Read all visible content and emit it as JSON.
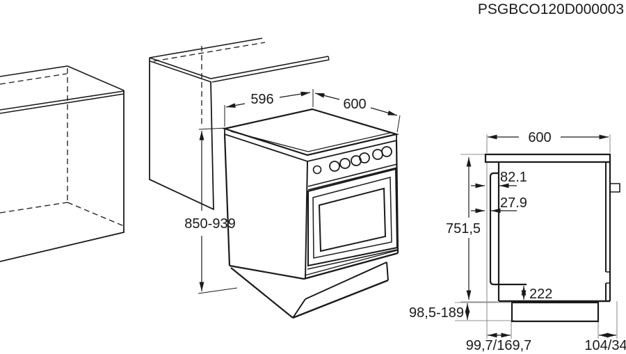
{
  "title": "PSGBCO120D000003",
  "drawing_type": "appliance installation dimension diagram",
  "colors": {
    "line": "#1a1a1a",
    "extension_line": "#8f8f8f",
    "background": "#ffffff"
  },
  "isometric_view": {
    "description": "freestanding cooker between kitchen base cabinets",
    "knob_count": 7,
    "dims": {
      "top_width": "596",
      "top_depth": "600",
      "height_range": "850-939"
    }
  },
  "side_view": {
    "description": "side cross-section with worktop and plinth",
    "dims": {
      "depth": "600",
      "front_offset": "82.1",
      "door_offset": "27.9",
      "body_height": "751,5",
      "lower_zone": "222",
      "plinth_height_range": "98,5-189",
      "plinth_front_recess": "99,7/169,7",
      "plinth_rear_recess": "104/34"
    }
  }
}
